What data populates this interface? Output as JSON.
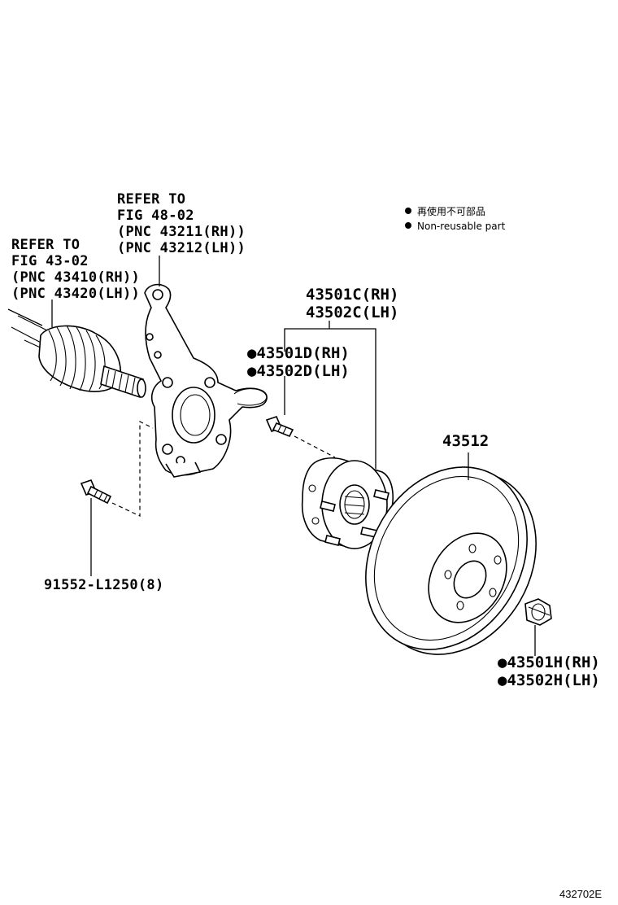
{
  "labels": {
    "knuckle_ref": [
      "REFER TO",
      "FIG 48-02",
      "(PNC 43211(RH))",
      "(PNC 43212(LH))"
    ],
    "shaft_ref": [
      "REFER TO",
      "FIG 43-02",
      "(PNC 43410(RH))",
      "(PNC 43420(LH))"
    ],
    "hub_assy": [
      "43501C(RH)",
      "43502C(LH)"
    ],
    "hub_bolt": [
      "●43501D(RH)",
      "●43502D(LH)"
    ],
    "disc": "43512",
    "knuckle_bolt": "91552-L1250(8)",
    "nut": [
      "●43501H(RH)",
      "●43502H(LH)"
    ]
  },
  "legend": {
    "line1": "再使用不可部品",
    "line2": "Non-reusable part"
  },
  "figure_code": "432702E"
}
